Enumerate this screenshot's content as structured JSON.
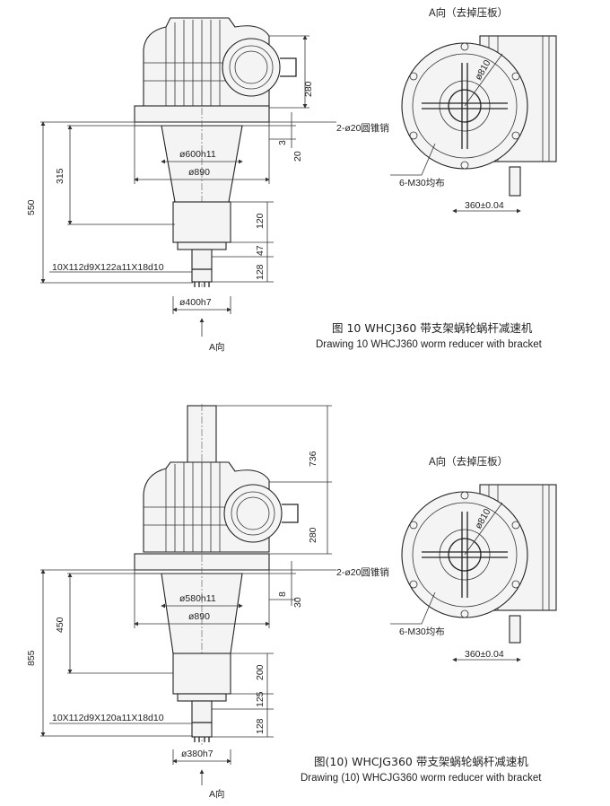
{
  "drawing1": {
    "view_label": "A向（去掉压板）",
    "dims": {
      "d280": "280",
      "pin": "2-ø20圆锥销",
      "d3": "3",
      "d20": "20",
      "d315": "315",
      "d550": "550",
      "d600": "ø600h11",
      "d890": "ø890",
      "d120": "120",
      "d47": "47",
      "d128": "128",
      "spline": "10X112d9X122a11X18d10",
      "d400": "ø400h7",
      "arrow": "A向",
      "bolts": "6-M30均布",
      "d810": "ø810",
      "d360": "360±0.04"
    },
    "caption_cn": "图 10    WHCJ360 带支架蜗轮蜗杆减速机",
    "caption_en": "Drawing 10 WHCJ360  worm reducer with bracket"
  },
  "drawing2": {
    "view_label": "A向（去掉压板）",
    "dims": {
      "d736": "736",
      "d280": "280",
      "pin": "2-ø20圆锥销",
      "d8": "8",
      "d30": "30",
      "d450": "450",
      "d855": "855",
      "d580": "ø580h11",
      "d890": "ø890",
      "d200": "200",
      "d125": "125",
      "d128": "128",
      "spline": "10X112d9X120a11X18d10",
      "d380": "ø380h7",
      "arrow": "A向",
      "bolts": "6-M30均布",
      "d810": "ø810",
      "d360": "360±0.04"
    },
    "caption_cn": "图(10)    WHCJG360 带支架蜗轮蜗杆减速机",
    "caption_en": "Drawing (10) WHCJG360  worm reducer with bracket"
  }
}
